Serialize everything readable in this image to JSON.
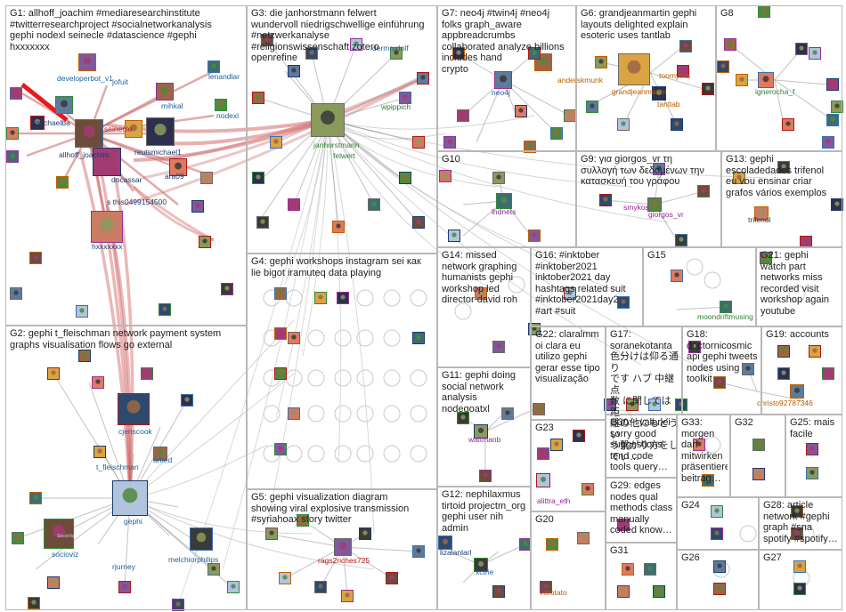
{
  "groups": [
    {
      "id": "G1",
      "text": "G1: allhoff_joachim #mediaresearchinstitute\n#twitterresearchproject #socialnetworkanalysis\ngephi nodexl seinecle #datascience #gephi\nhxxxxxxx"
    },
    {
      "id": "G2",
      "text": "G2: gephi t_fleischman network payment system\ngraphs visualisation flows go external"
    },
    {
      "id": "G3",
      "text": "G3: die janhorstmann felwert\nwundervoll niedrigschwellige einführung\n#netzwerkanalyse\n#religionswissenschaft zotero\nopenrefine"
    },
    {
      "id": "G4",
      "text": "G4: gephi workshops instagram sei как\nlie bigot iramuteq data playing"
    },
    {
      "id": "G5",
      "text": "G5: gephi visualization diagram\nshowing viral explosive transmission\n#syriahoax story twitter"
    },
    {
      "id": "G6",
      "text": "G6: grandjeanmartin gephi\nlayouts delighted explain\nesoteric uses tantlab"
    },
    {
      "id": "G7",
      "text": "G7: neo4j #twin4j #neo4j\nfolks graph_aware\nappbreadcrumbs\ncollaborated analyze billions includes hand\ncrypto"
    },
    {
      "id": "G8",
      "text": "G8"
    },
    {
      "id": "G9",
      "text": "G9: για giorgos_vr τη\nσυλλογή των δεδομένων την\nκατασκευή του γράφου"
    },
    {
      "id": "G10",
      "text": "G10"
    },
    {
      "id": "G11",
      "text": "G11: gephi doing\nsocial network\nanalysis\nnodegoatxl"
    },
    {
      "id": "G12",
      "text": "G12: nephilaxmus\ntirtoid projectm_org\ngephi user nih\nadmin"
    },
    {
      "id": "G13",
      "text": "G13: gephi\nescoladedados trifenol\neu vou ensinar criar\ngrafos vários exemplos"
    },
    {
      "id": "G14",
      "text": "G14: missed\nnetwork graphing\nhumanists gephi\nworkshop led\ndirector david roh"
    },
    {
      "id": "G15",
      "text": "G15"
    },
    {
      "id": "G16",
      "text": "G16: #inktober\n#inktober2021\ninktober2021 day\nhashtags related suit\n#inktober2021day2\n#art #suit"
    },
    {
      "id": "G17",
      "text": "G17: \nsoranekotanta\n色分けは仰る通り\nです ハブ 中継点\n数 に関しては距\n離の他にもどうい\nう繋がり方をしてい…"
    },
    {
      "id": "G18",
      "text": "G18: \ndoctornicosmic\napi gephi tweets\nnodes using\ntoolkit"
    },
    {
      "id": "G19",
      "text": "G19: accounts"
    },
    {
      "id": "G20",
      "text": "G20"
    },
    {
      "id": "G21",
      "text": "G21: gephi\nwatch part\nnetworks miss\nrecorded visit\nworkshop again\nyoutube"
    },
    {
      "id": "G22",
      "text": "G22: claralmm\noi clara eu\nutilizo gephi\ngerar esse tipo\nvisualização"
    },
    {
      "id": "G23",
      "text": "G23"
    },
    {
      "id": "G24",
      "text": "G24"
    },
    {
      "id": "G25",
      "text": "G25: mais\nfacile"
    },
    {
      "id": "G26",
      "text": "G26"
    },
    {
      "id": "G27",
      "text": "G27"
    },
    {
      "id": "G28",
      "text": "G28: article\nnetwork #gephi\ngraph #sna\nspotify #spotify…"
    },
    {
      "id": "G29",
      "text": "G29: edges\nnodes qual\nmethods class\nmanually\ncoded know…"
    },
    {
      "id": "G30",
      "text": "G30: _valeriei\nsorry good\nsuggestions\ntend code\ntools query…"
    },
    {
      "id": "G31",
      "text": "G31"
    },
    {
      "id": "G32",
      "text": "G32"
    },
    {
      "id": "G33",
      "text": "G33: \nmorgen\ndarf\nmitwirken\npräsentiere\nbeitrag…"
    }
  ],
  "nodes": [
    {
      "label": "developerbot_v1",
      "group": "G1"
    },
    {
      "label": "jofuit",
      "group": "G1"
    },
    {
      "label": "michaelba",
      "group": "G1"
    },
    {
      "label": "seinecle",
      "group": "G1"
    },
    {
      "label": "allhoff_joachim",
      "group": "G1"
    },
    {
      "label": "reutsmichael1",
      "group": "G1"
    },
    {
      "label": "docassar",
      "group": "G1"
    },
    {
      "label": "ara09",
      "group": "G1"
    },
    {
      "label": "mihkal",
      "group": "G1"
    },
    {
      "label": "lenandlar",
      "group": "G1"
    },
    {
      "label": "nodexl",
      "group": "G1"
    },
    {
      "label": "s this0499154500",
      "group": "G1"
    },
    {
      "label": "hxxxxxxx",
      "group": "G1"
    },
    {
      "label": "janhorstmann",
      "group": "G3"
    },
    {
      "label": "felwert",
      "group": "G3"
    },
    {
      "label": "wpippich",
      "group": "G3"
    },
    {
      "label": "dermrudolf",
      "group": "G3"
    },
    {
      "label": "neo4j",
      "group": "G7"
    },
    {
      "label": "anderskmunk",
      "group": "G6"
    },
    {
      "label": "grandjeanmartin",
      "group": "G6"
    },
    {
      "label": "tantlab",
      "group": "G6"
    },
    {
      "label": "toomyma",
      "group": "G6"
    },
    {
      "label": "ignerocha_f",
      "group": "G8"
    },
    {
      "label": "lhdnets",
      "group": "G10"
    },
    {
      "label": "smykos",
      "group": "G9"
    },
    {
      "label": "giorgos_vr",
      "group": "G9"
    },
    {
      "label": "trifenol",
      "group": "G13"
    },
    {
      "label": "moondriftmusing",
      "group": "G15"
    },
    {
      "label": "christo92787346",
      "group": "G19"
    },
    {
      "label": "cjenscook",
      "group": "G2"
    },
    {
      "label": "t_fleischman",
      "group": "G2"
    },
    {
      "label": "artied",
      "group": "G2"
    },
    {
      "label": "gephi",
      "group": "G2"
    },
    {
      "label": "socioviz",
      "group": "G2"
    },
    {
      "label": "rjurney",
      "group": "G2"
    },
    {
      "label": "melchiorphilips",
      "group": "G2"
    },
    {
      "label": "rags2riches725",
      "group": "G5"
    },
    {
      "label": "waitmanb",
      "group": "G11"
    },
    {
      "label": "alittra_eth",
      "group": "G23"
    },
    {
      "label": "lizalanlarl",
      "group": "G12"
    },
    {
      "label": "xctrie",
      "group": "G12"
    },
    {
      "label": "vorotato",
      "group": "G20"
    },
    {
      "label": "SocioViz",
      "group": "G2"
    }
  ]
}
